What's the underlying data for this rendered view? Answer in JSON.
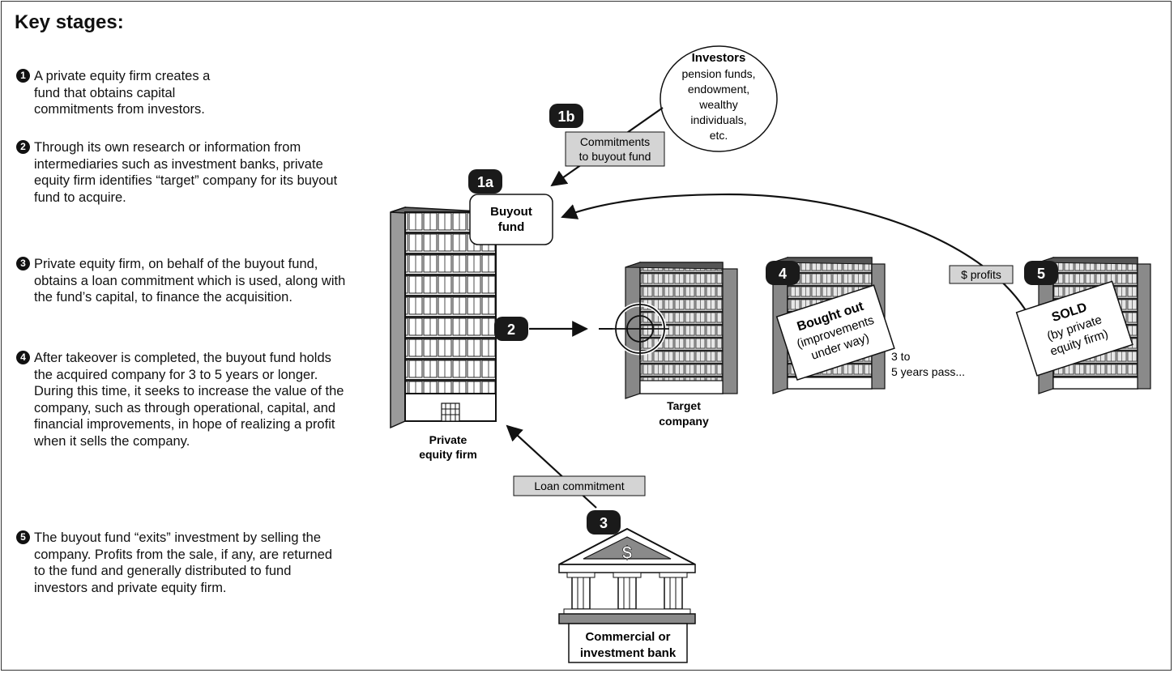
{
  "title": "Key stages:",
  "stages": [
    {
      "num": "1",
      "text": "A private equity firm creates a fund that obtains capital commitments from investors."
    },
    {
      "num": "2",
      "text": "Through its own research or information from intermediaries such as investment banks, private equity firm identifies “target” company for its buyout fund to acquire."
    },
    {
      "num": "3",
      "text": "Private equity firm, on behalf of the buyout fund, obtains a loan commitment which is used, along with the fund’s capital, to finance the acquisition."
    },
    {
      "num": "4",
      "text": "After takeover is completed, the buyout fund holds the acquired company for 3 to 5 years or longer. During this time, it seeks to increase the value of the company, such as through operational, capital, and financial improvements, in hope of realizing a profit when it sells the company."
    },
    {
      "num": "5",
      "text": "The buyout fund “exits” investment by selling the company. Profits from the sale, if any, are returned to the fund and generally distributed to fund investors and private equity firm."
    }
  ],
  "diagram": {
    "investors": {
      "title": "Investors",
      "lines": [
        "pension funds,",
        "endowment,",
        "wealthy",
        "individuals,",
        "etc."
      ]
    },
    "badges": {
      "b1a": "1a",
      "b1b": "1b",
      "b2": "2",
      "b3": "3",
      "b4": "4",
      "b5": "5"
    },
    "commitments_label": [
      "Commitments",
      "to buyout fund"
    ],
    "buyout_fund": [
      "Buyout",
      "fund"
    ],
    "pe_firm_label": [
      "Private",
      "equity firm"
    ],
    "target_label": [
      "Target",
      "company"
    ],
    "bought_out": {
      "title": "Bought out",
      "lines": [
        "(improvements",
        "under way)"
      ]
    },
    "years_pass": [
      "3 to",
      "5 years pass..."
    ],
    "profits_label": "$ profits",
    "sold": {
      "title": "SOLD",
      "lines": [
        "(by private",
        "equity firm)"
      ]
    },
    "loan_label": "Loan commitment",
    "bank_symbol": "$",
    "bank_label": [
      "Commercial or",
      "investment bank"
    ]
  },
  "colors": {
    "box_fill": "#d4d4d4",
    "badge": "#1a1a1a",
    "building_gray": "#9a9a9a"
  }
}
